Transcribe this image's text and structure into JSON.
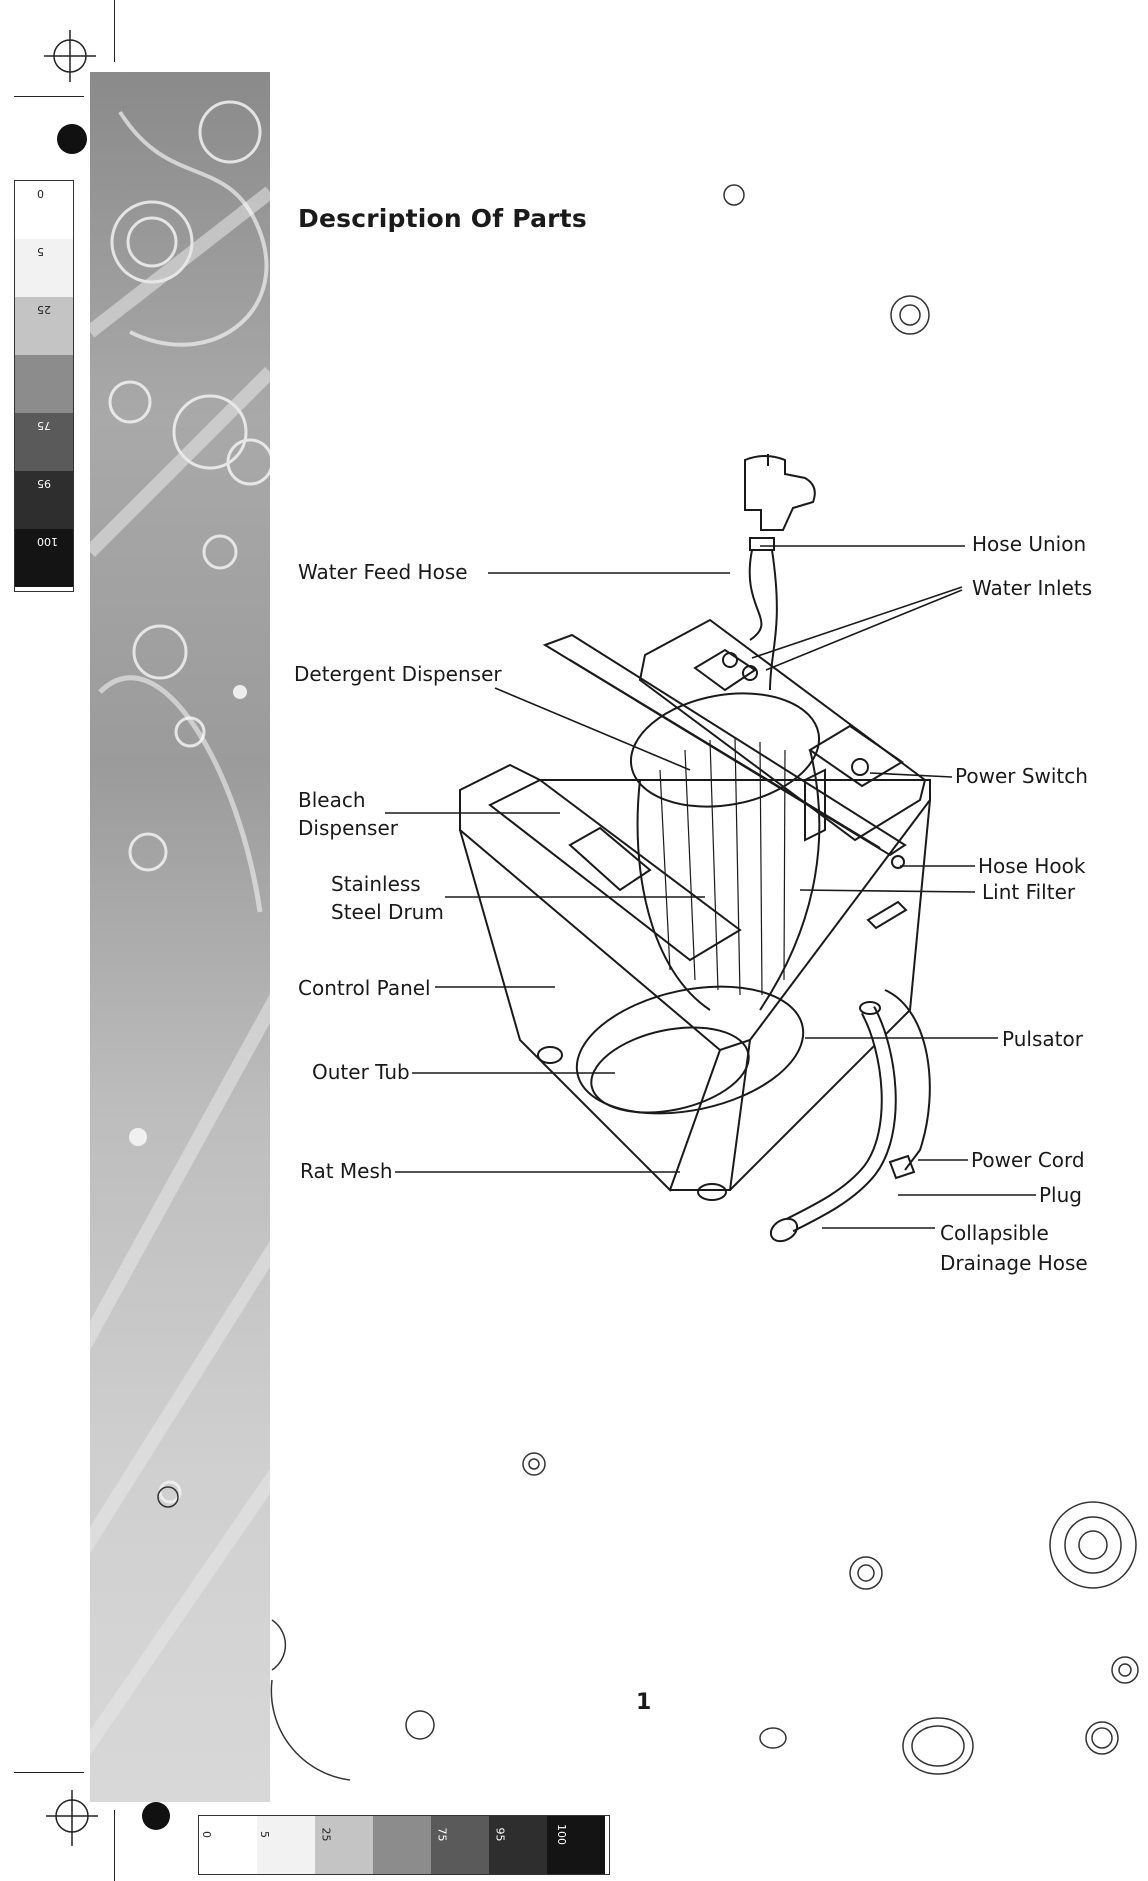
{
  "page": {
    "title": "Description Of Parts",
    "page_number": "1"
  },
  "parts": {
    "water_feed_hose": "Water Feed Hose",
    "detergent_dispenser": "Detergent Dispenser",
    "bleach_dispenser_line1": "Bleach",
    "bleach_dispenser_line2": "Dispenser",
    "stainless_drum_line1": "Stainless",
    "stainless_drum_line2": "Steel Drum",
    "control_panel": "Control Panel",
    "outer_tub": "Outer Tub",
    "rat_mesh": "Rat Mesh",
    "hose_union": "Hose Union",
    "water_inlets": "Water Inlets",
    "power_switch": "Power Switch",
    "hose_hook": "Hose Hook",
    "lint_filter": "Lint Filter",
    "pulsator": "Pulsator",
    "power_cord": "Power Cord",
    "plug": "Plug",
    "drainage_line1": "Collapsible",
    "drainage_line2": "Drainage Hose"
  },
  "color_bar": {
    "labels": [
      "0",
      "5",
      "25",
      "",
      "75",
      "95",
      "100"
    ],
    "shades": [
      "#ffffff",
      "#f2f2f2",
      "#c4c4c4",
      "#8c8c8c",
      "#5a5a5a",
      "#2e2e2e",
      "#141414"
    ],
    "text_colors": [
      "#222222",
      "#222222",
      "#222222",
      "#222222",
      "#ffffff",
      "#ffffff",
      "#ffffff"
    ]
  },
  "colors": {
    "line": "#1a1a1a",
    "band_dark": "#8a8a8a",
    "band_light": "#d8d8d8"
  }
}
